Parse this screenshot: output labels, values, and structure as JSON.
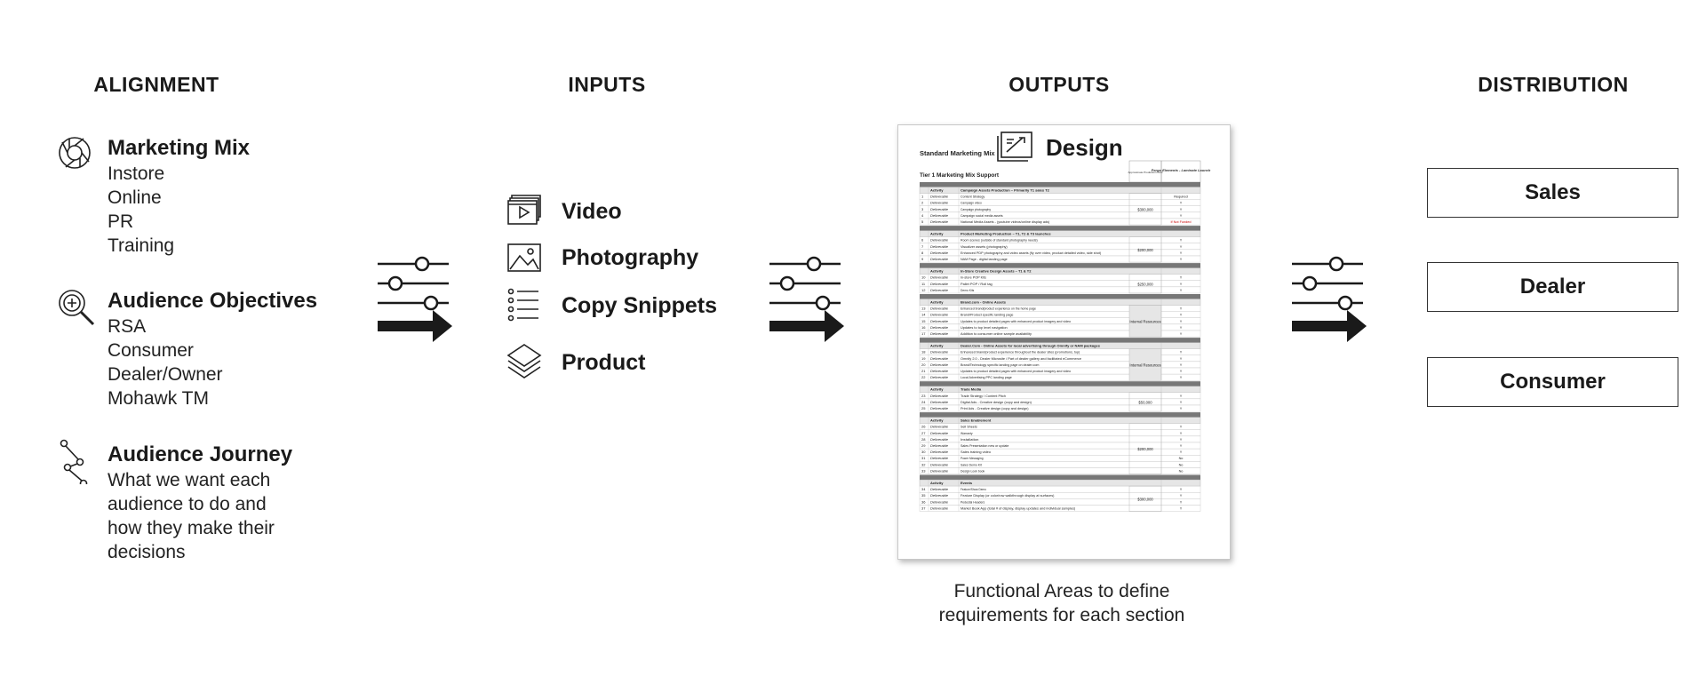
{
  "columns": {
    "alignment": "ALIGNMENT",
    "inputs": "INPUTS",
    "outputs": "OUTPUTS",
    "distribution": "DISTRIBUTION"
  },
  "alignment_groups": [
    {
      "icon": "aperture-icon",
      "heading": "Marketing Mix",
      "lines": [
        "Instore",
        "Online",
        "PR",
        "Training"
      ]
    },
    {
      "icon": "magnifier-target-icon",
      "heading": "Audience Objectives",
      "lines": [
        "RSA",
        "Consumer",
        "Dealer/Owner",
        "Mohawk TM"
      ]
    },
    {
      "icon": "journey-path-icon",
      "heading": "Audience Journey",
      "lines": [
        "What we want each",
        "audience to do and",
        "how they make their",
        "decisions"
      ]
    }
  ],
  "inputs": [
    {
      "icon": "video-icon",
      "label": "Video"
    },
    {
      "icon": "photo-icon",
      "label": "Photography"
    },
    {
      "icon": "list-icon",
      "label": "Copy Snippets"
    },
    {
      "icon": "layers-icon",
      "label": "Product"
    }
  ],
  "outputs": {
    "document": {
      "icon": "design-drafting-icon",
      "brand_title": "Design",
      "header_left": "Standard Marketing Mix",
      "subheader": "Tier 1 Marketing Mix Support",
      "col_budget": "Approximate Production Cost",
      "col_project": "Pergo Elements - Laminate Launch",
      "sections": [
        {
          "title": "Campaign Assets Production – Primarily T1 sales T2",
          "budget": "$300,000",
          "rows": [
            [
              "1",
              "Deliverable",
              "Content Strategy",
              "Required"
            ],
            [
              "2",
              "Deliverable",
              "Campaign video",
              "Y"
            ],
            [
              "3",
              "Deliverable",
              "Campaign photography",
              "Y"
            ],
            [
              "4",
              "Deliverable",
              "Campaign social media assets",
              "Y"
            ],
            [
              "5",
              "Deliverable",
              "National Media Assets - (youtube videos/online display ads)",
              "If Not Funded"
            ]
          ]
        },
        {
          "title": "Product Marketing Production – T1, T2 & T3 launches",
          "budget": "$200,000",
          "rows": [
            [
              "6",
              "Deliverable",
              "Room scenes (outside of standard photography needs)",
              "Y"
            ],
            [
              "7",
              "Deliverable",
              "Visualizer assets (photography)",
              "Y"
            ],
            [
              "8",
              "Deliverable",
              "Enhanced PDP photography and video assets (fly over video, product detailed video, side shot)",
              "Y"
            ],
            [
              "9",
              "Deliverable",
              "NAM Page - digital landing page",
              "Y"
            ]
          ]
        },
        {
          "title": "In-Store Creative Design Assets – T1 & T2",
          "budget": "$250,000",
          "rows": [
            [
              "10",
              "Deliverable",
              "In-store POP Kits",
              "Y"
            ],
            [
              "11",
              "Deliverable",
              "Pallet POP / Roll tag",
              "Y"
            ],
            [
              "12",
              "Deliverable",
              "Demo Kits",
              "Y"
            ]
          ]
        },
        {
          "title": "Brand.com - Online Assets",
          "budget": "Internal Resources",
          "rows": [
            [
              "13",
              "Deliverable",
              "Enhanced brand/product experience on the home page",
              "Y"
            ],
            [
              "14",
              "Deliverable",
              "Brand/Product specific landing page",
              "Y"
            ],
            [
              "15",
              "Deliverable",
              "Updates to product detailed pages with enhanced product imagery and video",
              "Y"
            ],
            [
              "16",
              "Deliverable",
              "Updates to top level navigation",
              "Y"
            ],
            [
              "17",
              "Deliverable",
              "Addition to consumer online sample availability",
              "Y"
            ]
          ]
        },
        {
          "title": "Dealer.Com - Online Assets for local advertising through Omnify or NAM packages",
          "budget": "Internal Resources",
          "rows": [
            [
              "18",
              "Deliverable",
              "Enhanced brand/product experience throughout the dealer sites (promotions, top)",
              "Y"
            ],
            [
              "19",
              "Deliverable",
              "Omnify 2.0 - Dealer Microsite / Part of dealer gallery and facilitated eCommerce",
              "Y"
            ],
            [
              "20",
              "Deliverable",
              "Brand/Technology specific landing page on dealer.com",
              "Y"
            ],
            [
              "21",
              "Deliverable",
              "Updates to product detailed pages with enhanced product imagery and video",
              "Y"
            ],
            [
              "22",
              "Deliverable",
              "Local Advertising PPC landing page",
              "Y"
            ]
          ]
        },
        {
          "title": "Trade Media",
          "budget": "$50,000",
          "rows": [
            [
              "23",
              "Deliverable",
              "Trade Strategy / Content Pitch",
              "Y"
            ],
            [
              "24",
              "Deliverable",
              "Digital Ads - Creative design (copy and design)",
              "Y"
            ],
            [
              "25",
              "Deliverable",
              "Print Ads - Creative design (copy and design)",
              "Y"
            ]
          ]
        },
        {
          "title": "Sales Enablement",
          "budget": "$200,000",
          "rows": [
            [
              "26",
              "Deliverable",
              "Sell Sheets",
              "Y"
            ],
            [
              "27",
              "Deliverable",
              "Warranty",
              "Y"
            ],
            [
              "28",
              "Deliverable",
              "Installation",
              "Y"
            ],
            [
              "29",
              "Deliverable",
              "Sales Presentation new or update",
              "Y"
            ],
            [
              "30",
              "Deliverable",
              "Sales training video",
              "Y"
            ],
            [
              "31",
              "Deliverable",
              "Power Messaging",
              "No"
            ],
            [
              "32",
              "Deliverable",
              "Sales Demo Kit",
              "No"
            ],
            [
              "33",
              "Deliverable",
              "Design Look book",
              "No"
            ]
          ]
        },
        {
          "title": "Events",
          "budget": "$300,000",
          "rows": [
            [
              "34",
              "Deliverable",
              "Feature/Show Demo",
              "Y"
            ],
            [
              "35",
              "Deliverable",
              "Feature Display (or color/row walkthrough display at surfaces)",
              "Y"
            ],
            [
              "36",
              "Deliverable",
              "Pedestal Headers",
              "Y"
            ],
            [
              "37",
              "Deliverable",
              "Market Book App (total # of display, display updates and individual samples)",
              "Y"
            ]
          ]
        }
      ],
      "activity_label": "Activity",
      "alert_color": "#cc0000"
    },
    "caption_lines": [
      "Functional Areas to define",
      "requirements for each section"
    ]
  },
  "distribution": [
    "Sales",
    "Dealer",
    "Consumer"
  ],
  "colors": {
    "text": "#1a1a1a",
    "section_bar": "#777777",
    "row_shade": "#e6e6e6"
  }
}
